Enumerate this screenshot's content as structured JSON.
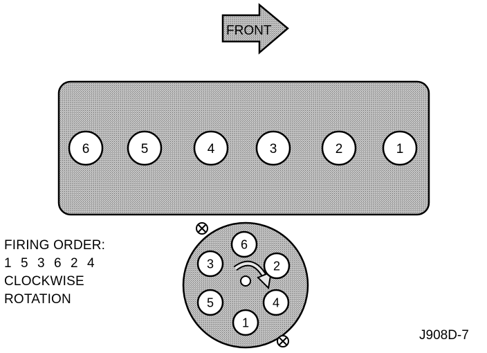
{
  "front_arrow": {
    "label": "FRONT"
  },
  "engine_block": {
    "cylinders": [
      "6",
      "5",
      "4",
      "3",
      "2",
      "1"
    ]
  },
  "firing_order": {
    "heading": "FIRING ORDER:",
    "sequence": [
      "1",
      "5",
      "3",
      "6",
      "2",
      "4"
    ],
    "rotation_line1": "CLOCKWISE",
    "rotation_line2": "ROTATION"
  },
  "distributor_cap": {
    "terminals": [
      "6",
      "2",
      "4",
      "1",
      "5",
      "3"
    ]
  },
  "figure_code": "J908D-7",
  "colors": {
    "fill": "#b9b9b9",
    "stroke": "#000000",
    "background": "#ffffff"
  }
}
